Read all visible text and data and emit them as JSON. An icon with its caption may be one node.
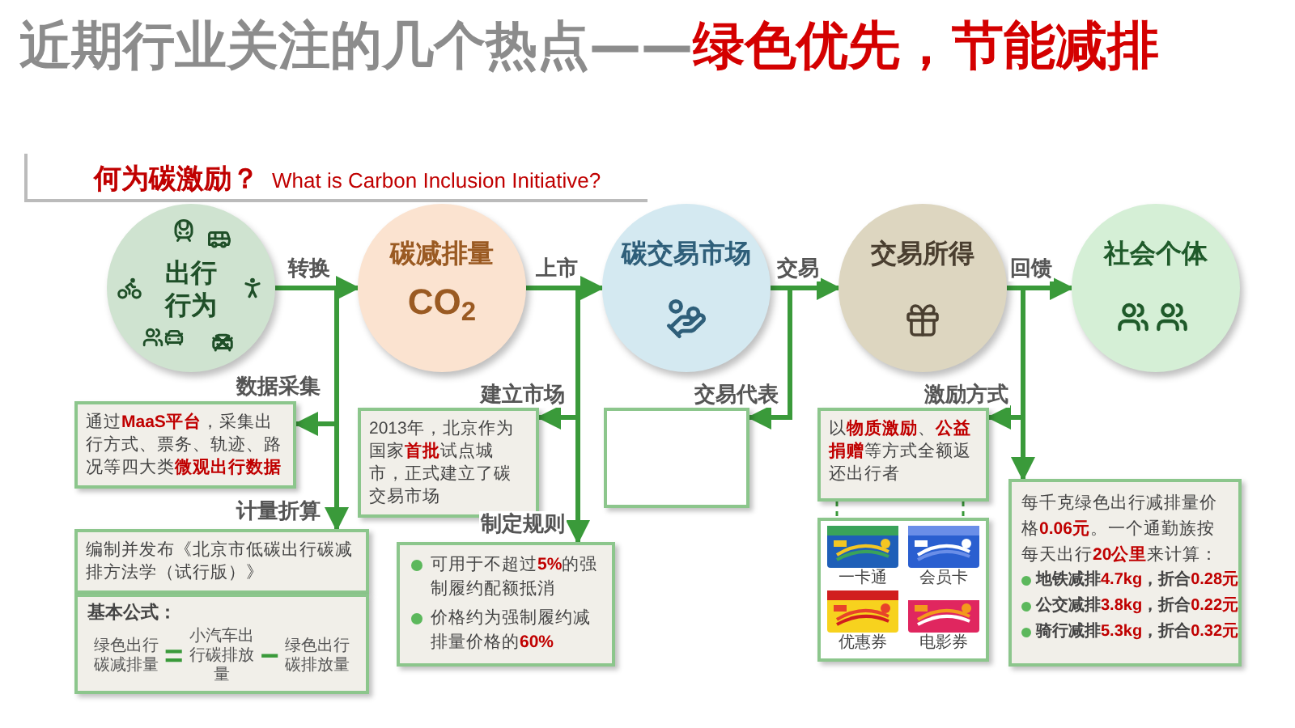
{
  "diagram": {
    "title": "近期行业关注的几个热点——**绿色优先，节能减排**",
    "nodes": [
      {
        "text": [
          "出行行为"
        ]
      },
      {
        "text": [
          "碳减排量",
          "CO$_{2}$"
        ]
      },
      {
        "text": [
          "碳交易市场"
        ]
      },
      {
        "text": [
          "交易所得"
        ]
      },
      {
        "text": [
          "社会个体"
        ]
      },
      {
        "text": [
          "通过**MaaS平台**，采集出行方式、票务、轨迹、路况等四大类**微观出行数据**"
        ]
      },
      {
        "text": [
          "编制并发布《北京市低碳出行碳减排方法学（试行版）》"
        ]
      },
      {
        "text": [
          "基本公式：",
          "绿色出行碳减排量",
          "=",
          "小汽车出行碳排放量",
          "−",
          "绿色出行碳排放量"
        ]
      },
      {
        "text": [
          "2013年，北京作为国家**首批**试点城市，正式建立了碳交易市场"
        ]
      },
      {
        "text": [
          "可用于不超过**5%**的强制履约配额抵消",
          "价格约为强制履约减排量价格的**60%**"
        ]
      },
      {
        "text": [],
        "shape": "box"
      },
      {
        "text": [
          "以**物质激励**、**公益捐赠**等方式全额返还出行者"
        ]
      },
      {
        "text": [
          "一卡通",
          "会员卡",
          "优惠券",
          "电影券"
        ]
      },
      {
        "text": [
          "每千克绿色出行减排量价格**0.06元**。一个通勤族按每天出行**20公里**来计算：",
          "地铁减排**4.7kg**，折合**0.28元**",
          "公交减排**3.8kg**，折合**0.22元**",
          "骑行减排**5.3kg**，折合**0.32元**"
        ]
      }
    ],
    "edges": [
      {
        "from": 0,
        "to": 1,
        "arrow": "to",
        "label": "转换"
      },
      {
        "from": 0,
        "to": 5,
        "arrow": "to",
        "label": "数据采集"
      },
      {
        "from": 0,
        "to": 6,
        "arrow": "to",
        "label": "计量折算"
      },
      {
        "from": 1,
        "to": 2,
        "arrow": "to",
        "label": "上市"
      },
      {
        "from": 1,
        "to": 8,
        "arrow": "to",
        "label": "建立市场"
      },
      {
        "from": 1,
        "to": 9,
        "arrow": "to",
        "label": "制定规则"
      },
      {
        "from": 2,
        "to": 3,
        "arrow": "to",
        "label": "交易"
      },
      {
        "from": 2,
        "to": 10,
        "arrow": "to",
        "label": "交易代表"
      },
      {
        "from": 3,
        "to": 4,
        "arrow": "to",
        "label": "回馈"
      },
      {
        "from": 3,
        "to": 11,
        "arrow": "to",
        "label": "激励方式"
      },
      {
        "from": 3,
        "to": 13,
        "arrow": "to"
      },
      {
        "from": 11,
        "to": 12,
        "arrow": "none",
        "style": "dashed"
      },
      {
        "from": 11,
        "to": 12,
        "arrow": "none",
        "style": "dashed"
      }
    ],
    "labels": [
      "何为碳激励？",
      "What is Carbon Inclusion Initiative?"
    ]
  }
}
